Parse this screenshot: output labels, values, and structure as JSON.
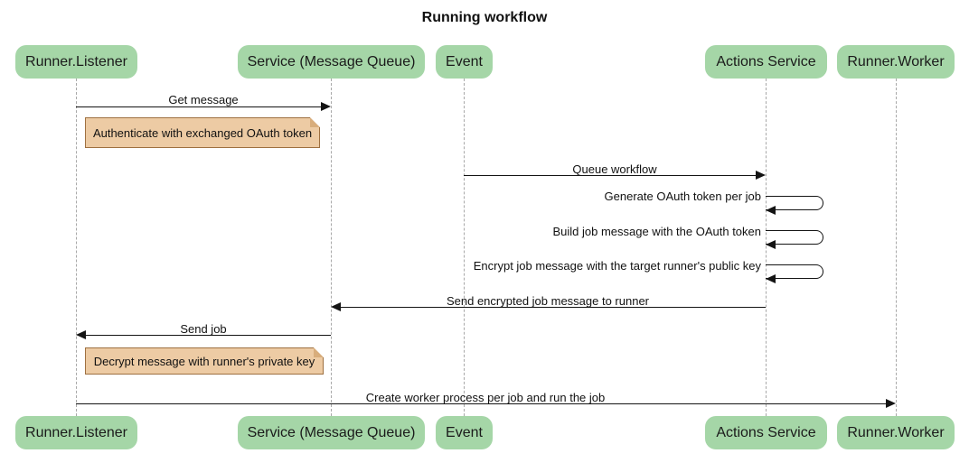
{
  "title": "Running workflow",
  "participants": [
    {
      "id": "runner-listener",
      "label": "Runner.Listener"
    },
    {
      "id": "service-message-queue",
      "label": "Service (Message Queue)"
    },
    {
      "id": "event",
      "label": "Event"
    },
    {
      "id": "actions-service",
      "label": "Actions Service"
    },
    {
      "id": "runner-worker",
      "label": "Runner.Worker"
    }
  ],
  "messages": [
    {
      "type": "arrow",
      "from": "Runner.Listener",
      "to": "Service (Message Queue)",
      "label": "Get message"
    },
    {
      "type": "note",
      "over": "Runner.Listener",
      "label": "Authenticate with exchanged OAuth token"
    },
    {
      "type": "arrow",
      "from": "Event",
      "to": "Actions Service",
      "label": "Queue workflow"
    },
    {
      "type": "self",
      "actor": "Actions Service",
      "label": "Generate OAuth token per job"
    },
    {
      "type": "self",
      "actor": "Actions Service",
      "label": "Build job message with the OAuth token"
    },
    {
      "type": "self",
      "actor": "Actions Service",
      "label": "Encrypt job message with the target runner's public key"
    },
    {
      "type": "arrow",
      "from": "Actions Service",
      "to": "Service (Message Queue)",
      "label": "Send encrypted job message to runner"
    },
    {
      "type": "arrow",
      "from": "Service (Message Queue)",
      "to": "Runner.Listener",
      "label": "Send job"
    },
    {
      "type": "note",
      "over": "Runner.Listener",
      "label": "Decrypt message with runner's private key"
    },
    {
      "type": "arrow",
      "from": "Runner.Listener",
      "to": "Runner.Worker",
      "label": "Create worker process per job and run the job"
    }
  ],
  "colors": {
    "background": "#ffffff",
    "actor_bg": "#a5d6a7",
    "note_bg": "#edcba4",
    "note_border": "#9e7040",
    "note_fold": "#d8ad7c",
    "lifeline": "#a8a8a8",
    "arrow": "#141414"
  }
}
